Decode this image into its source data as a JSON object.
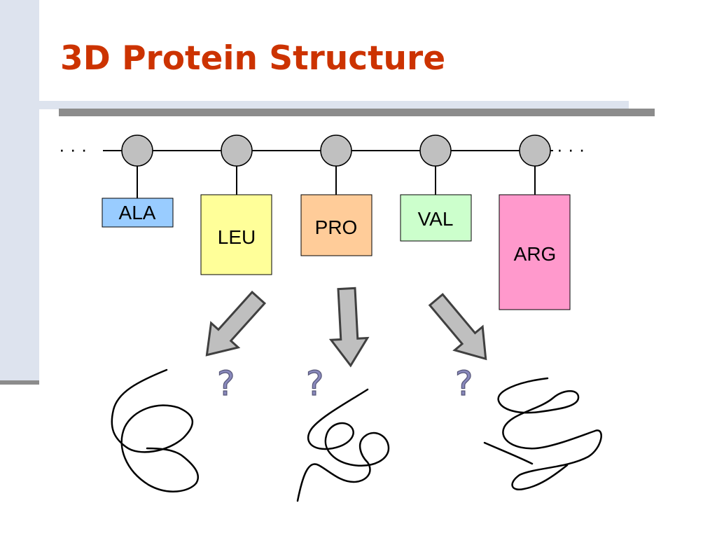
{
  "slide": {
    "title": "3D Protein Structure"
  },
  "chain": {
    "ellipsis_left": "· · ·",
    "ellipsis_right": "· · ·",
    "residues": [
      {
        "label": "ALA",
        "color": "#99ccff"
      },
      {
        "label": "LEU",
        "color": "#ffff99"
      },
      {
        "label": "PRO",
        "color": "#ffcc99"
      },
      {
        "label": "VAL",
        "color": "#ccffcc"
      },
      {
        "label": "ARG",
        "color": "#ff99cc"
      }
    ]
  },
  "folds": [
    {
      "question": "?"
    },
    {
      "question": "?"
    },
    {
      "question": "?"
    }
  ],
  "colors": {
    "title": "#cc3300",
    "arrow_fill": "#bfbfbf",
    "node_fill": "#c0c0c0",
    "question_fill": "#8888bb"
  }
}
